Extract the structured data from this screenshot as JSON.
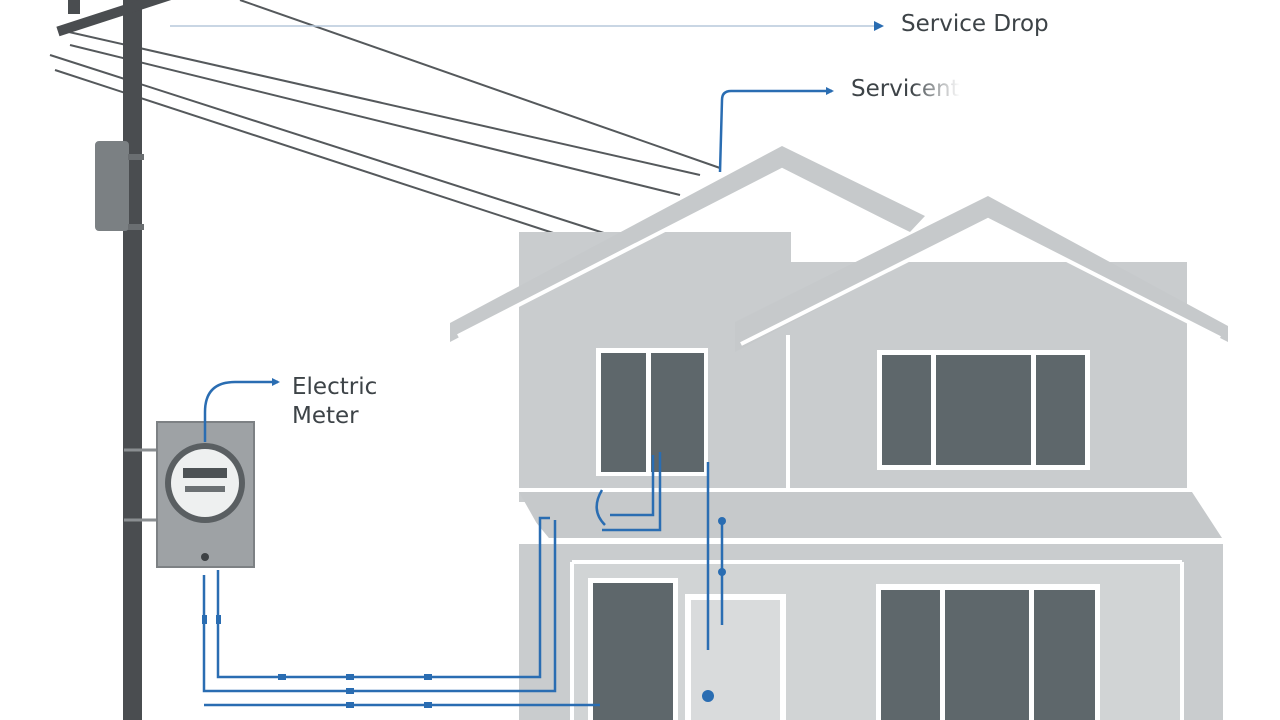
{
  "labels": {
    "service_drop": "Service Drop",
    "service_entrance_partial": "Servicent",
    "electric_meter_line1": "Electric",
    "electric_meter_line2": "Meter"
  },
  "colors": {
    "wire_blue": "#2a6db2",
    "house_gray": "#c9ccce",
    "roof_gray": "#c6c9cb",
    "window_dark": "#5e676b",
    "pole_dark": "#4a4d50",
    "overhead_line": "#55595c",
    "label_text": "#3d4347",
    "meter_body": "#9ea2a5"
  }
}
